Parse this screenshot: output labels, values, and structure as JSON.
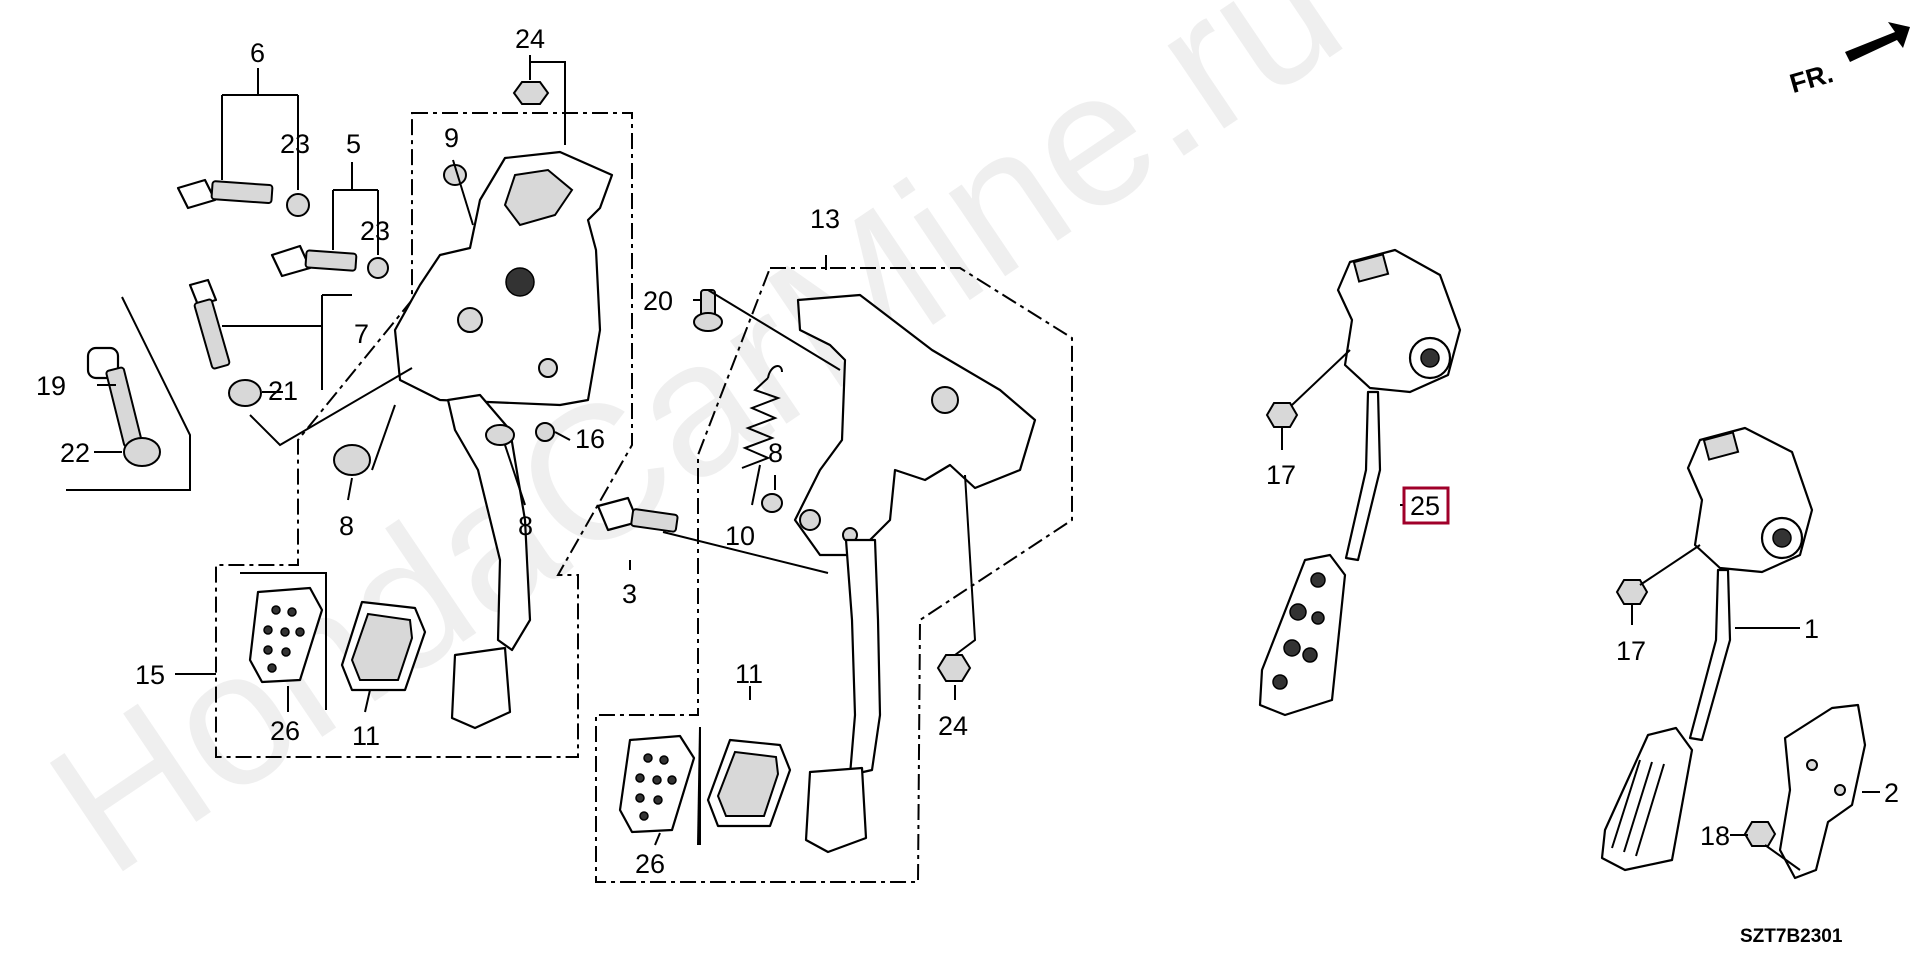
{
  "watermark": "HondaCarMine.ru",
  "direction_label": "FR.",
  "diagram_code": "SZT7B2301",
  "highlight_color": "#a0002a",
  "callouts": {
    "c1": "1",
    "c2": "2",
    "c3": "3",
    "c5": "5",
    "c6": "6",
    "c7": "7",
    "c8a": "8",
    "c8b": "8",
    "c8c": "8",
    "c9": "9",
    "c10": "10",
    "c11a": "11",
    "c11b": "11",
    "c13": "13",
    "c15": "15",
    "c16": "16",
    "c17a": "17",
    "c17b": "17",
    "c18": "18",
    "c19": "19",
    "c20": "20",
    "c21": "21",
    "c22": "22",
    "c23a": "23",
    "c23b": "23",
    "c24a": "24",
    "c24b": "24",
    "c25": "25",
    "c26a": "26",
    "c26b": "26"
  }
}
